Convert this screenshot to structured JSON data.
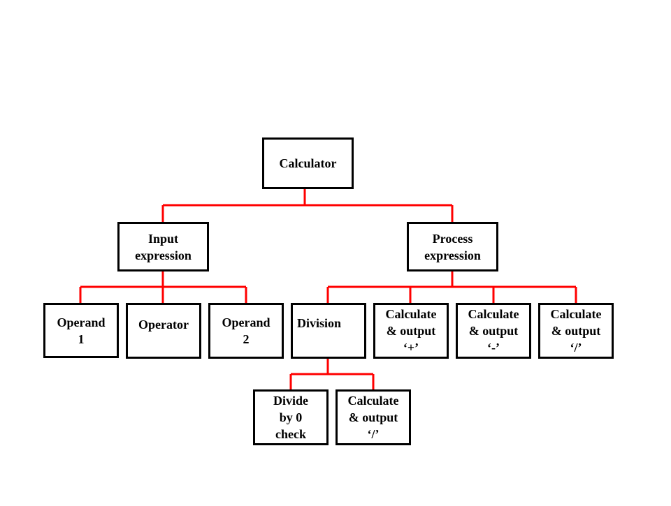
{
  "colors": {
    "connector": "#ff0000",
    "border": "#000000",
    "background": "#ffffff",
    "text": "#000000"
  },
  "nodes": {
    "calculator": "Calculator",
    "input_expression": "Input\nexpression",
    "process_expression": "Process\nexpression",
    "operand_1": "Operand\n1",
    "operator": "Operator",
    "operand_2": "Operand\n2",
    "division": "Division",
    "calc_plus": "Calculate\n& output\n‘+’",
    "calc_minus": "Calculate\n& output\n‘-’",
    "calc_div_top": "Calculate\n& output\n‘/’",
    "divide_by_zero_check": "Divide\nby 0\ncheck",
    "calc_div_bottom": "Calculate\n& output\n‘/’"
  }
}
